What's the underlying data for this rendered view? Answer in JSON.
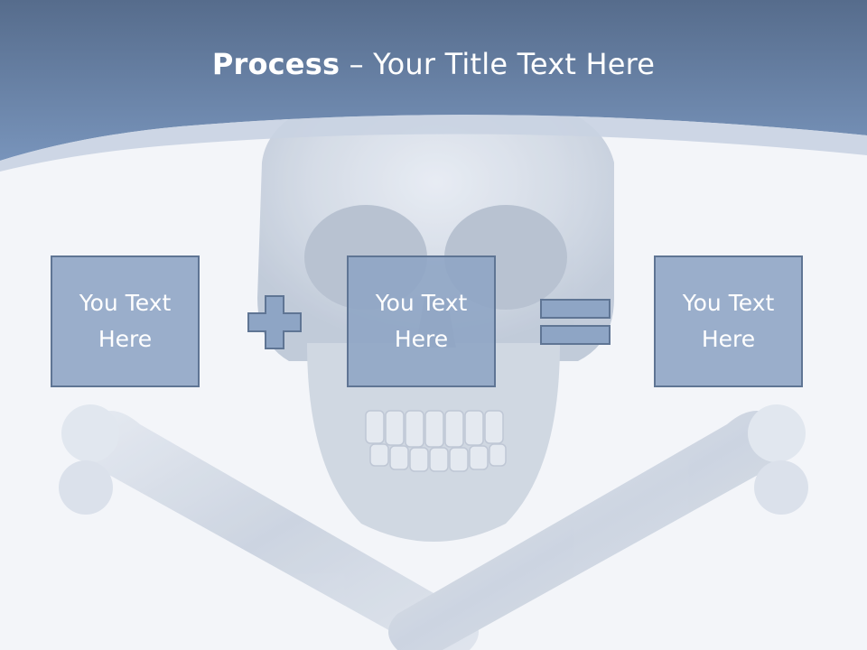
{
  "slide": {
    "title_bold": "Process",
    "title_rest": " – Your Title Text Here",
    "boxes": [
      {
        "text": "You Text Here"
      },
      {
        "text": "You Text Here"
      },
      {
        "text": "You Text Here"
      }
    ],
    "operators": [
      "plus-icon",
      "equals-icon"
    ],
    "colors": {
      "header_top": "#566c8c",
      "header_bottom": "#7590b6",
      "box_fill": "#8da4c4",
      "box_border": "#5f7594",
      "background": "#f3f5f9"
    }
  }
}
